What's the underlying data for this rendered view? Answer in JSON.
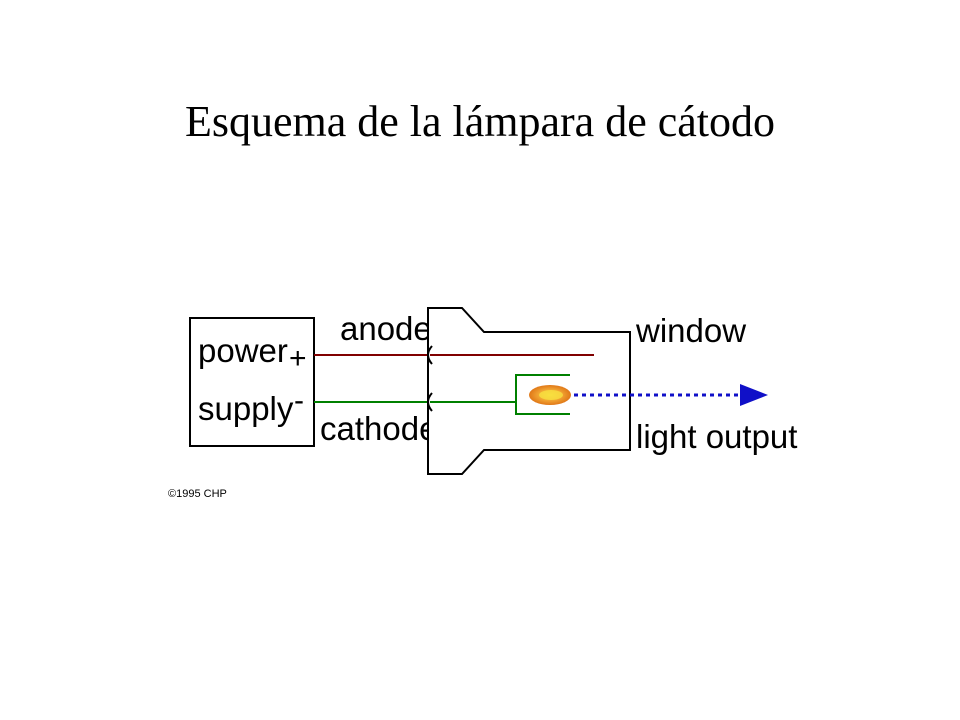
{
  "title": "Esquema de la lámpara de cátodo",
  "diagram": {
    "power_supply_label_line1": "power",
    "power_supply_label_line2": "supply",
    "plus_symbol": "+",
    "minus_symbol": "-",
    "anode_label": "anode",
    "cathode_label": "cathode",
    "window_label": "window",
    "light_output_label": "light output",
    "copyright": "©1995 CHP",
    "colors": {
      "anode_wire": "#800000",
      "cathode_wire": "#008000",
      "light_beam": "#1010c8",
      "flame_outer": "#e07818",
      "flame_inner": "#f8e040",
      "outline": "#000000"
    }
  }
}
